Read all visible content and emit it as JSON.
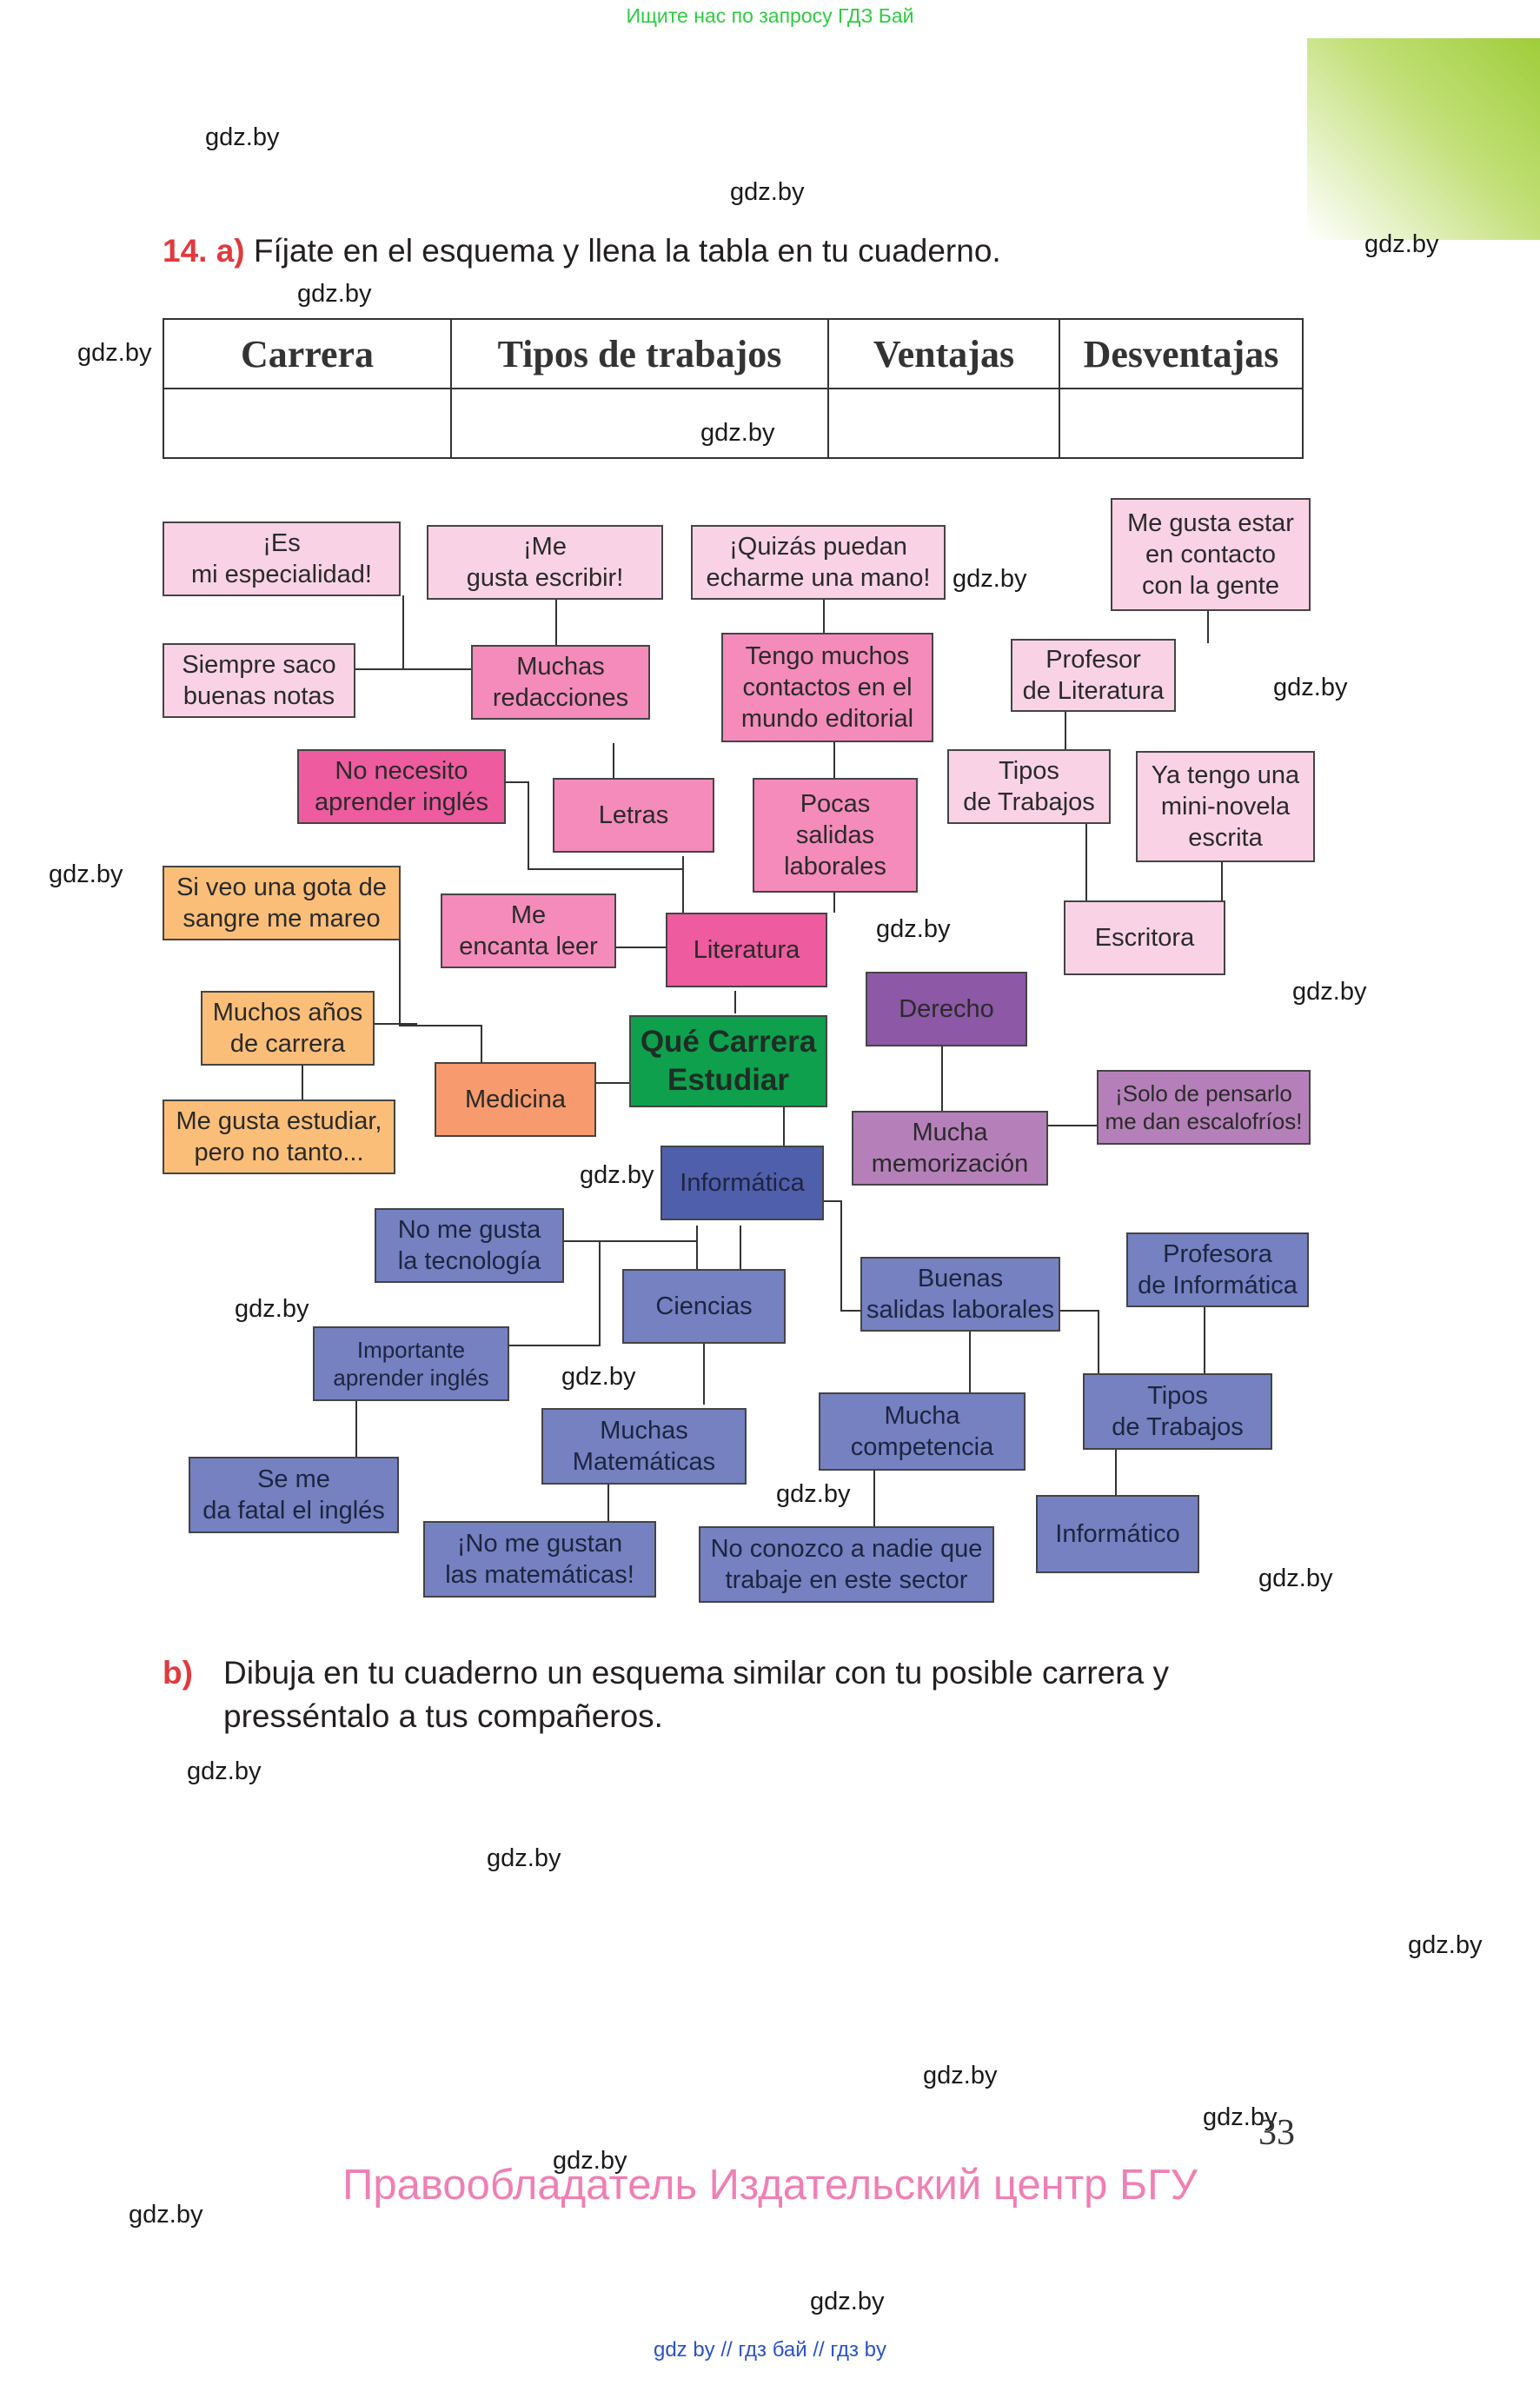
{
  "top_banner": "Ищите нас по запросу ГДЗ Бай",
  "watermark": "gdz.by",
  "task": {
    "number": "14.",
    "part_a_label": "a)",
    "part_a_text": "Fíjate en el esquema y llena la tabla en tu cuaderno.",
    "part_b_label": "b)",
    "part_b_text": "Dibuja en tu cuaderno un esquema similar con tu posible carrera y presséntalo a tus compañeros."
  },
  "table": {
    "headers": [
      "Carrera",
      "Tipos de trabajos",
      "Ventajas",
      "Desventajas"
    ]
  },
  "diagram": {
    "nodes": {
      "es_mi": "¡Es\nmi especialidad!",
      "me_gusta_escribir": "¡Me\ngusta escribir!",
      "quizas": "¡Quizás puedan\necharme una mano!",
      "me_gusta_contacto": "Me gusta estar\nen contacto\ncon la gente",
      "siempre_saco": "Siempre saco\nbuenas notas",
      "muchas_redacciones": "Muchas\nredacciones",
      "tengo_contactos": "Tengo muchos\ncontactos en el\nmundo editorial",
      "profesor_literatura": "Profesor\nde Literatura",
      "no_necesito": "No necesito\naprender inglés",
      "letras": "Letras",
      "pocas_salidas": "Pocas\nsalidas\nlaborales",
      "tipos_lit": "Tipos\nde Trabajos",
      "ya_tengo": "Ya tengo una\nmini-novela\nescrita",
      "si_veo": "Si veo una gota de\nsangre me mareo",
      "me_encanta": "Me\nencanta leer",
      "literatura": "Literatura",
      "escritora": "Escritora",
      "muchos_anos": "Muchos años\nde carrera",
      "que_carrera": "Qué Carrera\nEstudiar",
      "derecho": "Derecho",
      "medicina": "Medicina",
      "me_gusta_estudiar": "Me gusta estudiar,\npero no tanto...",
      "mucha_memorizacion": "Mucha\nmemorización",
      "solo_pensarlo": "¡Solo de pensarlo\nme dan escalofríos!",
      "informatica": "Informática",
      "no_me_gusta_tec": "No me gusta\nla tecnología",
      "ciencias": "Ciencias",
      "buenas_salidas": "Buenas\nsalidas laborales",
      "profesora_info": "Profesora\nde Informática",
      "importante_ingles": "Importante\naprender inglés",
      "muchas_mates": "Muchas\nMatemáticas",
      "mucha_competencia": "Mucha\ncompetencia",
      "tipos_info": "Tipos\nde Trabajos",
      "se_me_da": "Se me\nda fatal el inglés",
      "no_me_gustan_mates": "¡No me gustan\nlas matemáticas!",
      "no_conozco": "No conozco a nadie que\ntrabaje en este sector",
      "informatico": "Informático"
    }
  },
  "page_number": "33",
  "copyright": "Правообладатель Издательский центр БГУ",
  "footer": "gdz by  //  гдз бай  //  гдз by"
}
